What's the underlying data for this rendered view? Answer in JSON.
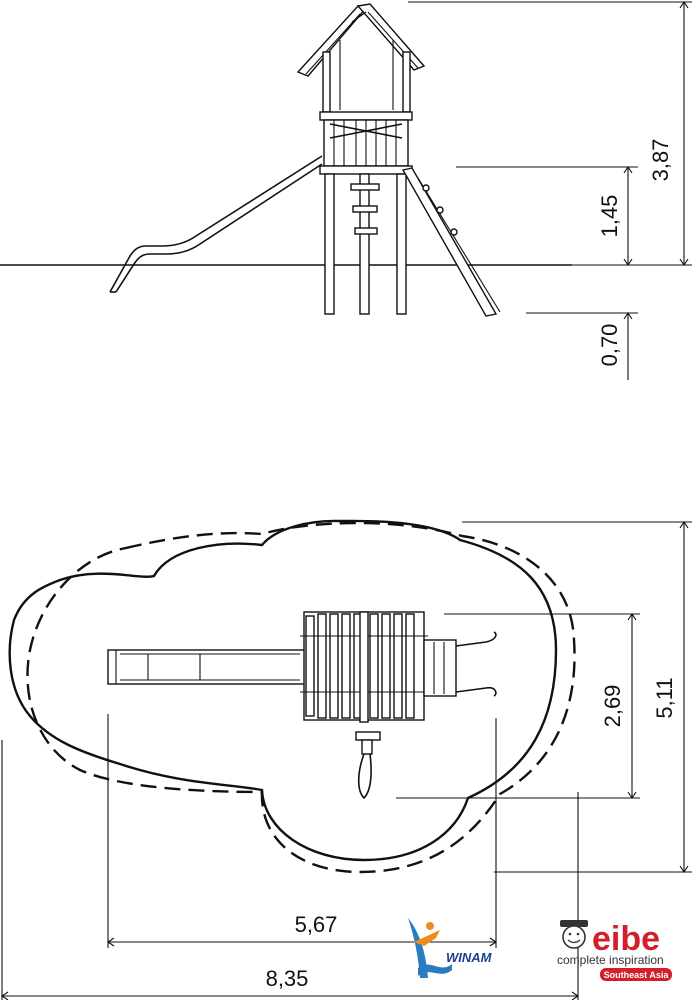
{
  "elevation": {
    "dims": {
      "total_height": "3,87",
      "platform_height": "1,45",
      "foundation_depth": "0,70"
    }
  },
  "plan": {
    "dims": {
      "platform_width": "2,69",
      "safety_depth": "5,11",
      "equipment_length": "5,67",
      "safety_length": "8,35"
    }
  },
  "logos": {
    "winam": {
      "text": "WINAM",
      "colors": {
        "blue": "#2b7bbf",
        "orange": "#f08a1c",
        "navy": "#1c3f8f"
      }
    },
    "eibe": {
      "name": "eibe",
      "tagline": "complete inspiration",
      "region": "Southeast Asia",
      "colors": {
        "red": "#d11f2b",
        "grey": "#333333"
      }
    }
  }
}
